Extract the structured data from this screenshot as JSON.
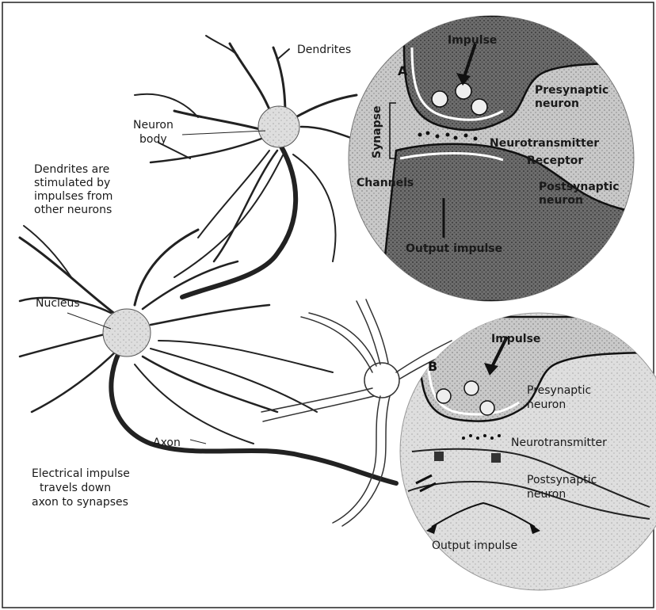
{
  "labels": {
    "dendrites": "Dendrites",
    "neuron_body_1": "Neuron",
    "neuron_body_2": "body",
    "nucleus": "Nucleus",
    "axon": "Axon",
    "caption_top_1": "Dendrites are",
    "caption_top_2": "stimulated by",
    "caption_top_3": "impulses from",
    "caption_top_4": "other neurons",
    "caption_bottom_1": "Electrical impulse",
    "caption_bottom_2": "travels down",
    "caption_bottom_3": "axon to synapses"
  },
  "inset_a": {
    "letter": "A",
    "impulse": "Impulse",
    "synapse": "Synapse",
    "presynaptic_1": "Presynaptic",
    "presynaptic_2": "neuron",
    "neurotransmitter": "Neurotransmitter",
    "receptor": "Receptor",
    "channels": "Channels",
    "postsynaptic_1": "Postsynaptic",
    "postsynaptic_2": "neuron",
    "output": "Output impulse"
  },
  "inset_b": {
    "letter": "B",
    "impulse": "Impulse",
    "presynaptic_1": "Presynaptic",
    "presynaptic_2": "neuron",
    "neurotransmitter": "Neurotransmitter",
    "postsynaptic_1": "Postsynaptic",
    "postsynaptic_2": "neuron",
    "output": "Output impulse"
  }
}
